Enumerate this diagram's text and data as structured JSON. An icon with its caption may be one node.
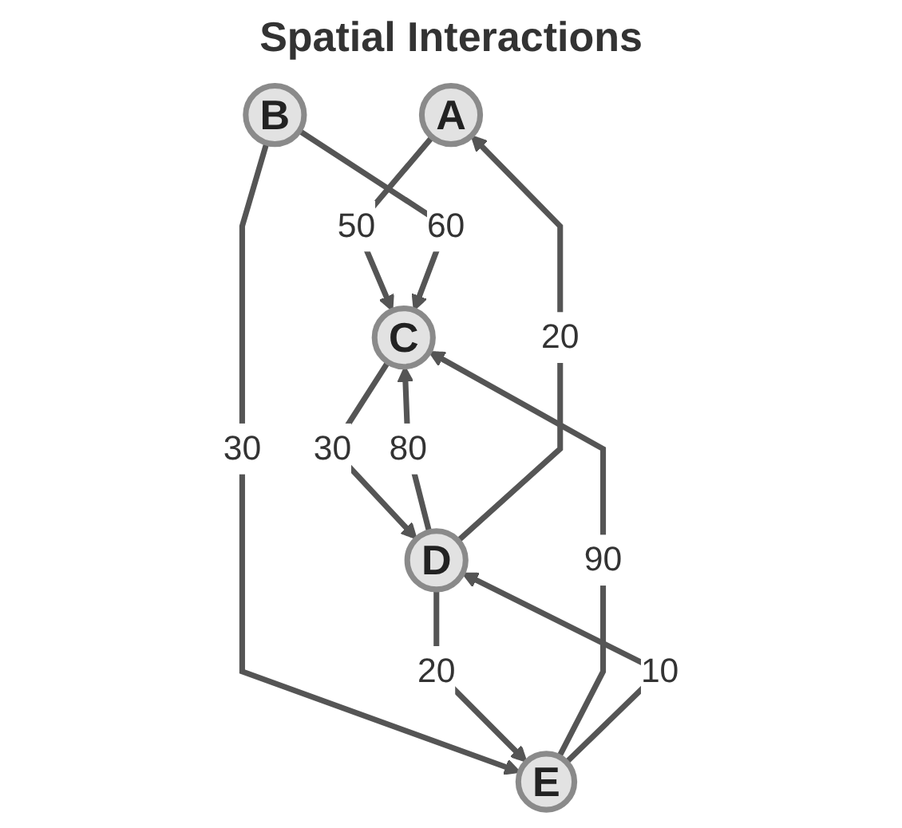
{
  "diagram": {
    "title": "Spatial Interactions",
    "nodes": [
      {
        "text": [
          "A"
        ]
      },
      {
        "text": [
          "B"
        ]
      },
      {
        "text": [
          "C"
        ]
      },
      {
        "text": [
          "D"
        ]
      },
      {
        "text": [
          "E"
        ]
      }
    ],
    "edges": [
      {
        "from": 0,
        "to": 2,
        "arrow": "to",
        "label": "50"
      },
      {
        "from": 1,
        "to": 2,
        "arrow": "to",
        "label": "60"
      },
      {
        "from": 1,
        "to": 4,
        "arrow": "to",
        "label": "30"
      },
      {
        "from": 4,
        "to": 2,
        "arrow": "to",
        "label": "90"
      },
      {
        "from": 2,
        "to": 3,
        "arrow": "to",
        "label": "30"
      },
      {
        "from": 3,
        "to": 2,
        "arrow": "to",
        "label": "80"
      },
      {
        "from": 3,
        "to": 0,
        "arrow": "to",
        "label": "20"
      },
      {
        "from": 4,
        "to": 3,
        "arrow": "to",
        "label": "10"
      },
      {
        "from": 3,
        "to": 4,
        "arrow": "to",
        "label": "20"
      }
    ]
  }
}
